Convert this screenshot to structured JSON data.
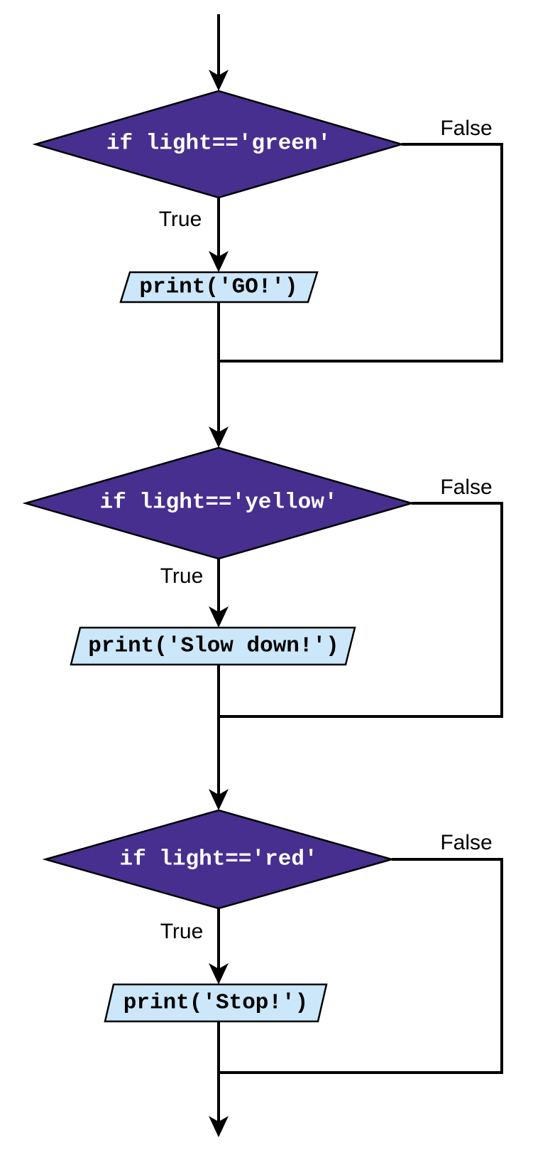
{
  "flowchart": {
    "colors": {
      "decision_fill": "#472f8f",
      "decision_text": "#ffffff",
      "io_fill": "#cbe7f9",
      "io_text": "#000000",
      "line": "#000000"
    },
    "nodes": [
      {
        "type": "decision-with-io",
        "condition": "if light=='green'",
        "true_label": "True",
        "false_label": "False",
        "action": "print('GO!')"
      },
      {
        "type": "decision-with-io",
        "condition": "if light=='yellow'",
        "true_label": "True",
        "false_label": "False",
        "action": "print('Slow down!')"
      },
      {
        "type": "decision-with-io",
        "condition": "if light=='red'",
        "true_label": "True",
        "false_label": "False",
        "action": "print('Stop!')"
      }
    ]
  }
}
